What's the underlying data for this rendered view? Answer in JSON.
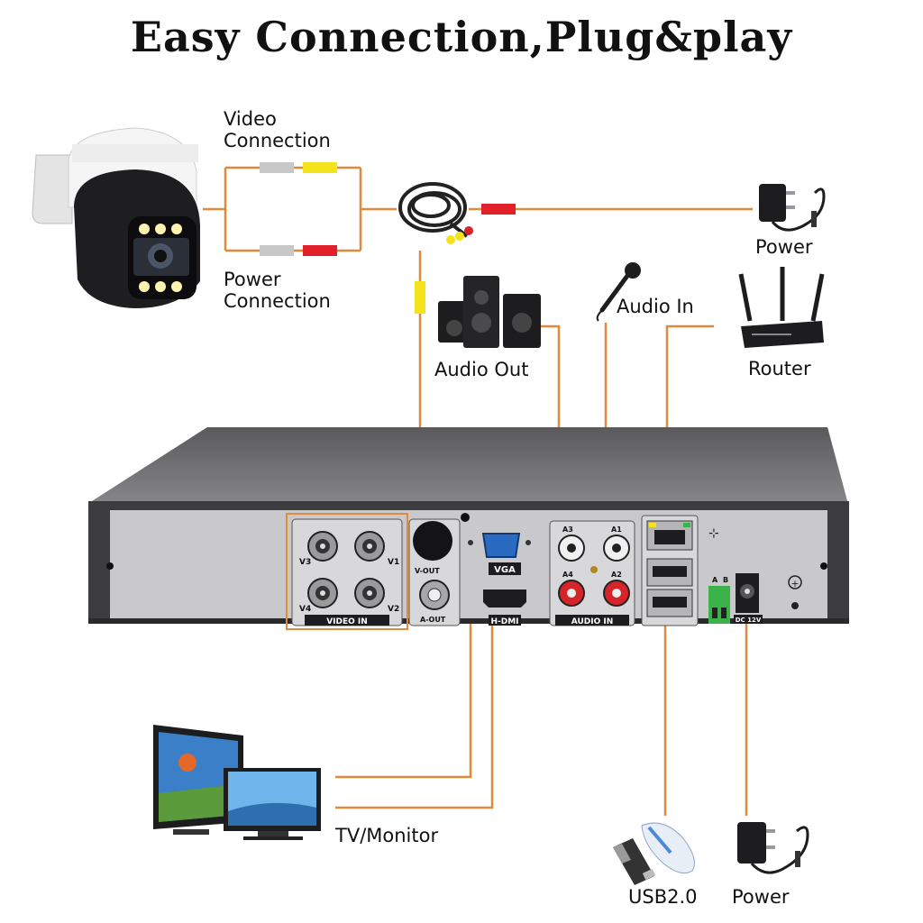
{
  "title": "Easy Connection,Plug&play",
  "labels": {
    "video_connection_1": "Video",
    "video_connection_2": "Connection",
    "power_connection_1": "Power",
    "power_connection_2": "Connection",
    "power_top": "Power",
    "audio_in": "Audio In",
    "router": "Router",
    "audio_out": "Audio Out",
    "tv_monitor": "TV/Monitor",
    "usb": "USB2.0",
    "power_bottom": "Power"
  },
  "panel": {
    "video_in": "VIDEO IN",
    "v1": "V1",
    "v2": "V2",
    "v3": "V3",
    "v4": "V4",
    "v_out": "V-OUT",
    "a_out": "A-OUT",
    "vga": "VGA",
    "hdmi": "H-DMI",
    "audio_in": "AUDIO IN",
    "a1": "A1",
    "a2": "A2",
    "a3": "A3",
    "a4": "A4",
    "rs485_a": "A",
    "rs485_b": "B",
    "dc": "DC 12V"
  },
  "colors": {
    "wire": "#e08a3c",
    "panel_bg": "#c9c9cb",
    "chassis": "#4a4a4c",
    "video_plug": "#f4e21a",
    "power_plug": "#e2202a",
    "audio_red": "#d5242a"
  },
  "icons": [
    "ptz-camera-icon",
    "power-adapter-icon",
    "microphone-icon",
    "router-icon",
    "speaker-icon",
    "bnc-cable-icon",
    "tv-monitor-icon",
    "usb-drive-icon",
    "mouse-icon"
  ]
}
